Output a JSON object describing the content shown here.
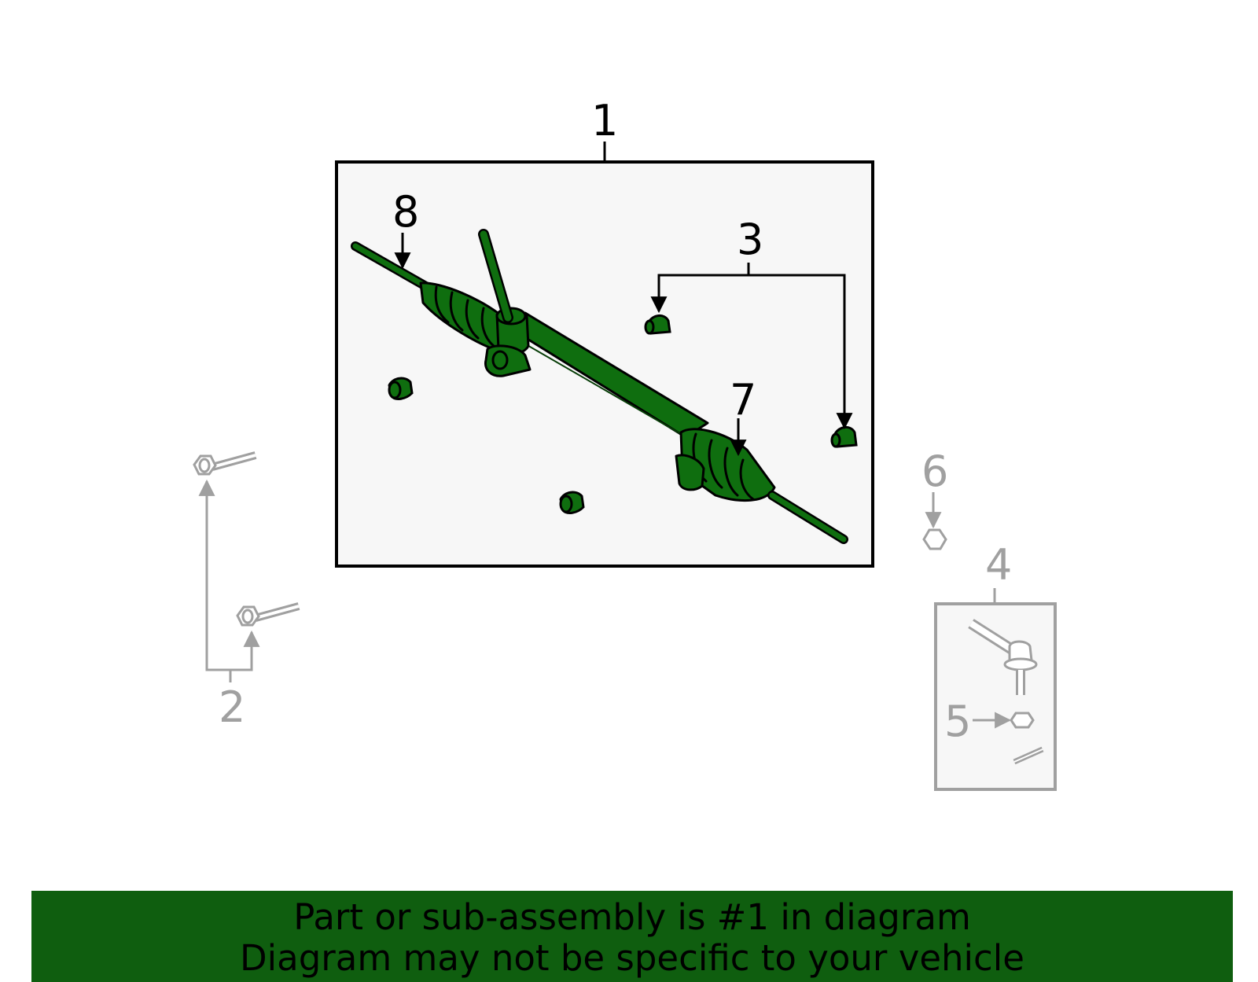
{
  "colors": {
    "highlight_part": "#0f6e0f",
    "highlight_dark": "#073d07",
    "active_stroke": "#000000",
    "inactive_stroke": "#a0a0a0",
    "box_fill": "#f7f7f7",
    "banner_bg": "#0f5e0f"
  },
  "callouts": {
    "c1": "1",
    "c2": "2",
    "c3": "3",
    "c4": "4",
    "c5": "5",
    "c6": "6",
    "c7": "7",
    "c8": "8"
  },
  "banner": {
    "line1": "Part or sub-assembly is #1 in diagram",
    "line2": "Diagram may not be specific to your vehicle"
  }
}
